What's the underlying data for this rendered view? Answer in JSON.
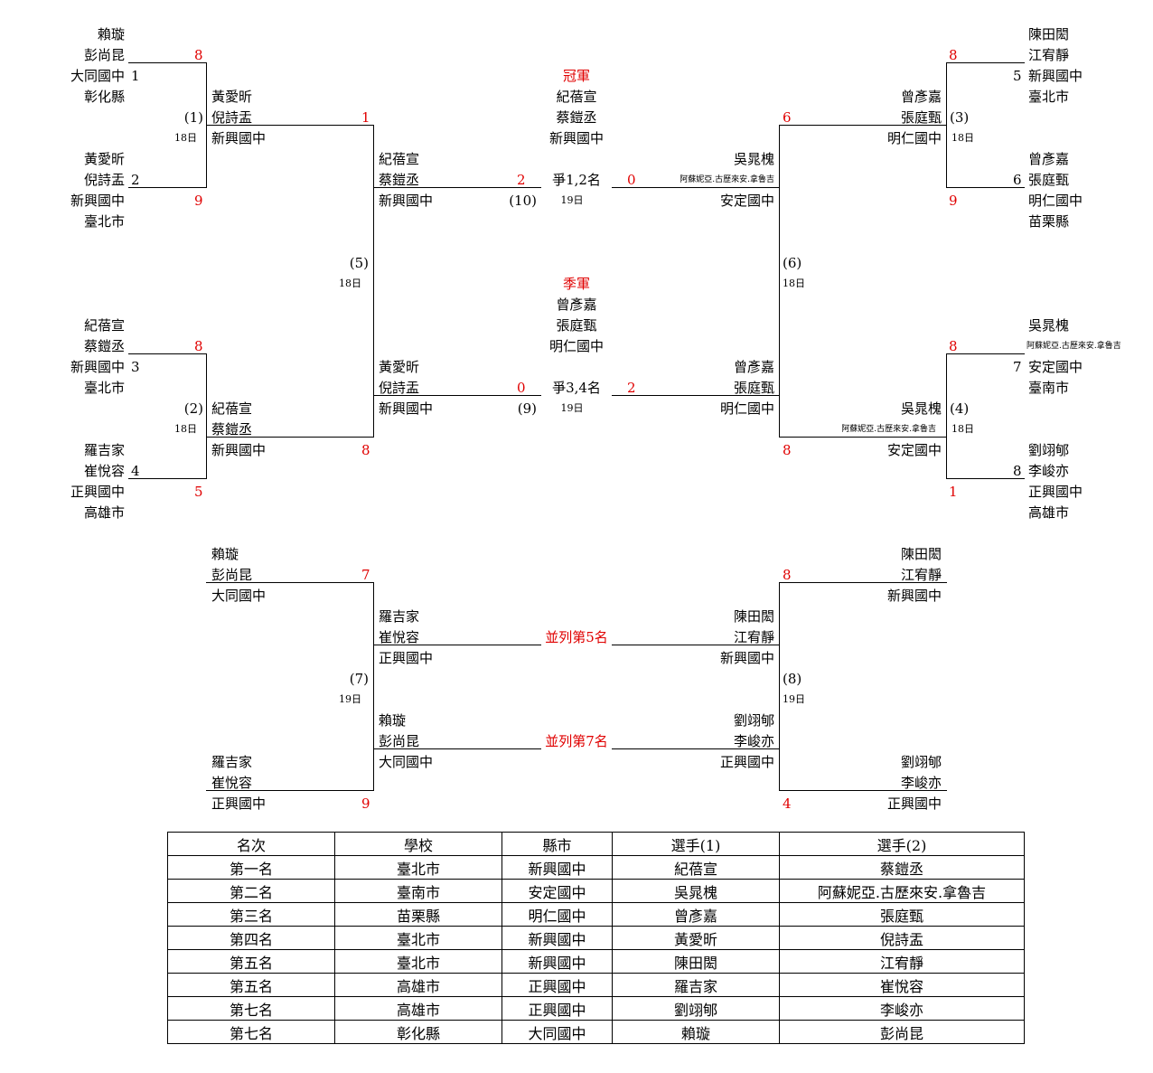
{
  "seeds": [
    {
      "players": [
        "賴璇",
        "彭尚昆"
      ],
      "school": "大同國中",
      "num": "1",
      "county": "彰化縣",
      "score": "8"
    },
    {
      "players": [
        "黃愛昕",
        "倪詩盂"
      ],
      "school": "新興國中",
      "num": "2",
      "county": "臺北市",
      "score": "9"
    },
    {
      "players": [
        "紀蓓宣",
        "蔡鎧丞"
      ],
      "school": "新興國中",
      "num": "3",
      "county": "臺北市",
      "score": "8"
    },
    {
      "players": [
        "羅吉家",
        "崔悅容"
      ],
      "school": "正興國中",
      "num": "4",
      "county": "高雄市",
      "score": "5"
    },
    {
      "players": [
        "陳田閎",
        "江宥靜"
      ],
      "school": "新興國中",
      "num": "5",
      "county": "臺北市",
      "score": "8"
    },
    {
      "players": [
        "曾彥嘉",
        "張庭甄"
      ],
      "school": "明仁國中",
      "num": "6",
      "county": "苗栗縣",
      "score": "9"
    },
    {
      "players": [
        "吳晁槐",
        "阿蘇妮亞.古歷來安.拿魯吉"
      ],
      "school": "安定國中",
      "num": "7",
      "county": "臺南市",
      "score": "8"
    },
    {
      "players": [
        "劉翊郇",
        "李峻亦"
      ],
      "school": "正興國中",
      "num": "8",
      "county": "高雄市",
      "score": "1"
    }
  ],
  "matches": {
    "m1": {
      "label": "(1)",
      "date": "18日",
      "winner": [
        "黃愛昕",
        "倪詩盂"
      ],
      "school": "新興國中",
      "score": "1"
    },
    "m2": {
      "label": "(2)",
      "date": "18日",
      "winner": [
        "紀蓓宣",
        "蔡鎧丞"
      ],
      "school": "新興國中",
      "score": "8"
    },
    "m3": {
      "label": "(3)",
      "date": "18日",
      "winner": [
        "曾彥嘉",
        "張庭甄"
      ],
      "school": "明仁國中",
      "score": "6"
    },
    "m4": {
      "label": "(4)",
      "date": "18日",
      "winner": [
        "吳晁槐",
        "阿蘇妮亞.古歷來安.拿魯吉"
      ],
      "school": "安定國中",
      "score": "8"
    },
    "m5": {
      "label": "(5)",
      "date": "18日",
      "top": [
        "紀蓓宣",
        "蔡鎧丞"
      ],
      "top_school": "新興國中",
      "top_score": "2",
      "bottom": [
        "黃愛昕",
        "倪詩盂"
      ],
      "bottom_school": "新興國中",
      "bottom_score": "0"
    },
    "m6": {
      "label": "(6)",
      "date": "18日",
      "top": [
        "吳晁槐",
        "阿蘇妮亞.古歷來安.拿魯吉"
      ],
      "top_school": "安定國中",
      "top_score": "0",
      "bottom": [
        "曾彥嘉",
        "張庭甄"
      ],
      "bottom_school": "明仁國中",
      "bottom_score": "2"
    },
    "m10": {
      "label": "(10)",
      "date": "19日",
      "title": "爭1,2名"
    },
    "m9": {
      "label": "(9)",
      "date": "19日",
      "title": "爭3,4名"
    },
    "m7": {
      "label": "(7)",
      "date": "19日",
      "top": [
        "賴璇",
        "彭尚昆"
      ],
      "top_school": "大同國中",
      "top_score": "7",
      "bottom": [
        "羅吉家",
        "崔悅容"
      ],
      "bottom_school": "正興國中",
      "bottom_score": "9",
      "place5": [
        "羅吉家",
        "崔悅容"
      ],
      "place5_school": "正興國中",
      "place7": [
        "賴璇",
        "彭尚昆"
      ],
      "place7_school": "大同國中"
    },
    "m8": {
      "label": "(8)",
      "date": "19日",
      "top": [
        "陳田閎",
        "江宥靜"
      ],
      "top_school": "新興國中",
      "top_score": "8",
      "bottom": [
        "劉翊郇",
        "李峻亦"
      ],
      "bottom_school": "正興國中",
      "bottom_score": "4",
      "place5": [
        "陳田閎",
        "江宥靜"
      ],
      "place5_school": "新興國中",
      "place7": [
        "劉翊郇",
        "李峻亦"
      ],
      "place7_school": "正興國中"
    }
  },
  "champion": {
    "title": "冠軍",
    "players": [
      "紀蓓宣",
      "蔡鎧丞"
    ],
    "school": "新興國中"
  },
  "third": {
    "title": "季軍",
    "players": [
      "曾彥嘉",
      "張庭甄"
    ],
    "school": "明仁國中"
  },
  "tie5_label": "並列第5名",
  "tie7_label": "並列第7名",
  "results": {
    "headers": [
      "名次",
      "學校",
      "縣市",
      "選手(1)",
      "選手(2)"
    ],
    "rows": [
      [
        "第一名",
        "臺北市",
        "新興國中",
        "紀蓓宣",
        "蔡鎧丞"
      ],
      [
        "第二名",
        "臺南市",
        "安定國中",
        "吳晁槐",
        "阿蘇妮亞.古歷來安.拿魯吉"
      ],
      [
        "第三名",
        "苗栗縣",
        "明仁國中",
        "曾彥嘉",
        "張庭甄"
      ],
      [
        "第四名",
        "臺北市",
        "新興國中",
        "黃愛昕",
        "倪詩盂"
      ],
      [
        "第五名",
        "臺北市",
        "新興國中",
        "陳田閎",
        "江宥靜"
      ],
      [
        "第五名",
        "高雄市",
        "正興國中",
        "羅吉家",
        "崔悅容"
      ],
      [
        "第七名",
        "高雄市",
        "正興國中",
        "劉翊郇",
        "李峻亦"
      ],
      [
        "第七名",
        "彰化縣",
        "大同國中",
        "賴璇",
        "彭尚昆"
      ]
    ]
  },
  "colors": {
    "score": "#e00000",
    "lines": "#000000"
  }
}
